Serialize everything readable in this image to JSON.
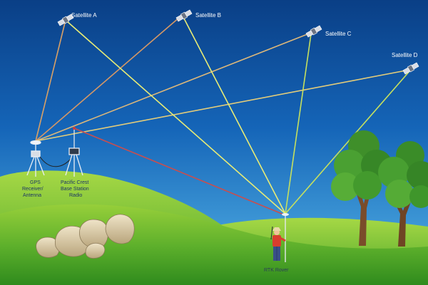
{
  "satellites": [
    {
      "label": "Satellite A"
    },
    {
      "label": "Satellite B"
    },
    {
      "label": "Satellite C"
    },
    {
      "label": "Satellite D"
    }
  ],
  "ground": {
    "gps_label": [
      "GPS",
      "Receiver/",
      "Antenna"
    ],
    "radio_label": [
      "Pacific Crest",
      "Base Station",
      "Radio"
    ],
    "rover_label": "RTK Rover"
  },
  "colors": {
    "sky_top": "#0a3f86",
    "sky_bottom": "#3da4df",
    "hill_light": "#9bd23b",
    "hill_dark": "#3f9a23",
    "signal_yellow": "#e8ec76",
    "signal_orange": "#d8a066",
    "signal_green": "#c6e05e"
  }
}
